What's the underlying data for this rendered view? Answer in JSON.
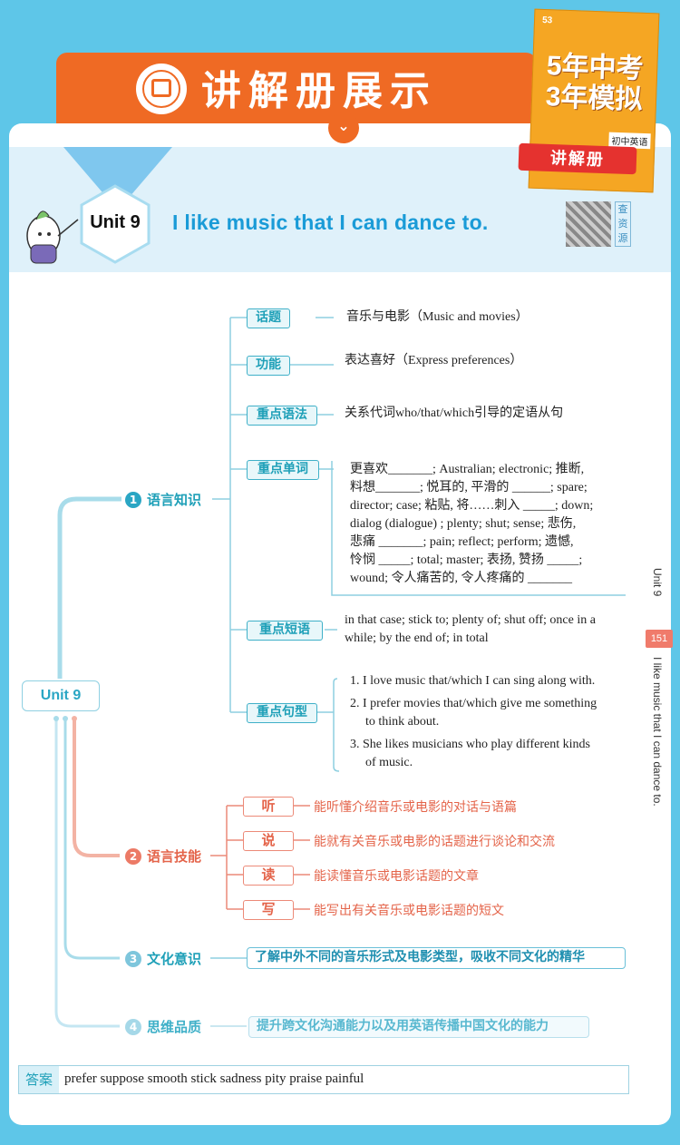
{
  "banner": {
    "title": "讲解册展示"
  },
  "book": {
    "brand": "53",
    "line1": "5年中考",
    "line2": "3年模拟",
    "category": "初中英语",
    "ribbon": "讲解册"
  },
  "unit": {
    "label": "Unit 9",
    "title": "I like music that I can dance to."
  },
  "qr_text": [
    "查",
    "资",
    "源"
  ],
  "mindmap": {
    "root": "Unit 9",
    "branches": [
      {
        "num": "1",
        "label": "语言知识"
      },
      {
        "num": "2",
        "label": "语言技能"
      },
      {
        "num": "3",
        "label": "文化意识"
      },
      {
        "num": "4",
        "label": "思维品质"
      }
    ],
    "knowledge": [
      {
        "tag": "话题",
        "text": "音乐与电影（Music and movies）"
      },
      {
        "tag": "功能",
        "text": "表达喜好（Express preferences）"
      },
      {
        "tag": "重点语法",
        "text": "关系代词who/that/which引导的定语从句"
      },
      {
        "tag": "重点单词",
        "lines": [
          "更喜欢_______; Australian; electronic; 推断,",
          "料想_______; 悦耳的, 平滑的 ______; spare;",
          "director; case; 粘贴, 将……刺入 _____; down;",
          "dialog (dialogue) ; plenty; shut; sense; 悲伤,",
          "悲痛 _______; pain; reflect; perform; 遗憾,",
          "怜悯 _____; total; master; 表扬, 赞扬 _____;",
          "wound; 令人痛苦的, 令人疼痛的 _______"
        ]
      },
      {
        "tag": "重点短语",
        "lines": [
          "in that case; stick to; plenty of; shut off; once in a",
          "while; by the end of; in total"
        ]
      },
      {
        "tag": "重点句型",
        "lines": [
          "1. I love music that/which I can sing along with.",
          "2. I prefer movies that/which give me something",
          "to think about.",
          "3. She likes musicians who play different kinds",
          "of  music."
        ]
      }
    ],
    "skills": [
      {
        "tag": "听",
        "text": "能听懂介绍音乐或电影的对话与语篇"
      },
      {
        "tag": "说",
        "text": "能就有关音乐或电影的话题进行谈论和交流"
      },
      {
        "tag": "读",
        "text": "能读懂音乐或电影话题的文章"
      },
      {
        "tag": "写",
        "text": "能写出有关音乐或电影话题的短文"
      }
    ],
    "culture": "了解中外不同的音乐形式及电影类型，吸收不同文化的精华",
    "thinking": "提升跨文化沟通能力以及用英语传播中国文化的能力"
  },
  "answer": {
    "label": "答案",
    "words": "prefer  suppose  smooth  stick  sadness  pity  praise  painful"
  },
  "side": {
    "unit": "Unit 9",
    "page": "151",
    "title": "I like music that I can dance to."
  },
  "colors": {
    "orange": "#ef6a24",
    "teal": "#2aa6c4",
    "red": "#e4644a",
    "sky": "#5ec6e8"
  }
}
